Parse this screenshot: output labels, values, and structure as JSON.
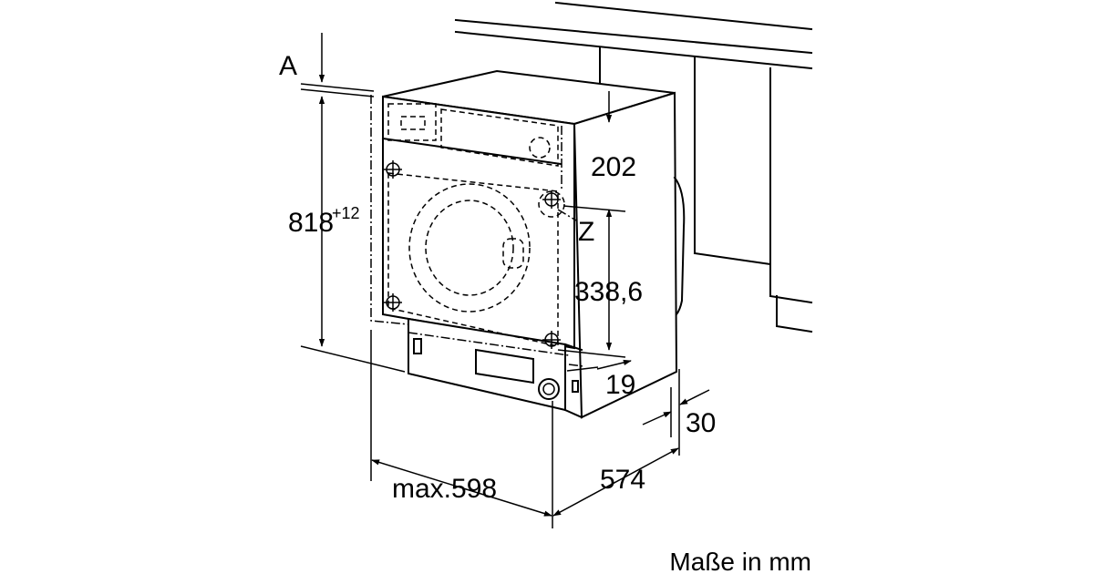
{
  "dimensions": {
    "height_main": "818",
    "height_tolerance": "+12",
    "label_a": "A",
    "worktop_gap": "202",
    "label_z": "Z",
    "hose_height": "338,6",
    "foot_offset": "19",
    "rear_gap": "30",
    "depth": "574",
    "width_max": "max.598"
  },
  "footer_note": "Maße in mm"
}
